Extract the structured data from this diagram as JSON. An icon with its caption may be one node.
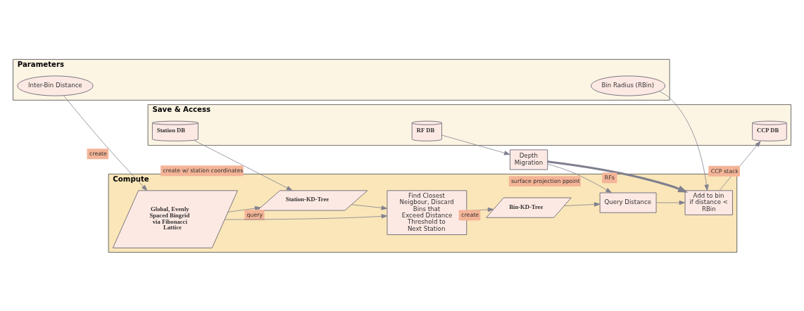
{
  "diagram": {
    "nodes": [
      {
        "text": [
          "Save & Access"
        ]
      },
      {
        "text": [
          "Compute"
        ]
      },
      {
        "text": [
          "Parameters"
        ]
      },
      {
        "text": [
          "Station DB"
        ],
        "in": 0
      },
      {
        "text": [
          "RF DB"
        ],
        "in": 0
      },
      {
        "text": [
          "CCP DB"
        ],
        "in": 0
      },
      {
        "text": [
          "Station-KD-Tree"
        ],
        "in": 1
      },
      {
        "text": [
          "Global, Evenly Spaced Bingrid via Fibonacci Lattice"
        ],
        "in": 1
      },
      {
        "text": [
          "Find Closest Neigbour, Discard Bins that Exceed Distance Threshold to Next Station"
        ],
        "in": 1
      },
      {
        "text": [
          "Bin-KD-Tree"
        ],
        "in": 1
      },
      {
        "text": [
          "Depth Migration"
        ]
      },
      {
        "text": [
          "Query Distance"
        ],
        "in": 1
      },
      {
        "text": [
          "Add to bin if distance < RBin"
        ],
        "in": 1
      },
      {
        "text": [
          "Inter-Bin Distance"
        ],
        "in": 2
      },
      {
        "text": [
          "Bin Radius (RBin)"
        ],
        "in": 2
      }
    ],
    "edges": [
      {
        "from": 3,
        "to": 6,
        "arrow": "to",
        "label": "create w/ station coordinates"
      },
      {
        "from": 7,
        "to": 6,
        "arrow": "to",
        "label": "query"
      },
      {
        "from": 13,
        "to": 7,
        "arrow": "to",
        "label": "create"
      },
      {
        "from": 6,
        "to": 8,
        "arrow": "to"
      },
      {
        "from": 7,
        "to": 8,
        "arrow": "to"
      },
      {
        "from": 8,
        "to": 9,
        "arrow": "to",
        "label": "create"
      },
      {
        "from": 9,
        "to": 11,
        "arrow": "to"
      },
      {
        "from": 4,
        "to": 10,
        "arrow": "to"
      },
      {
        "from": 10,
        "to": 11,
        "arrow": "to",
        "label": "surface projection ppoint"
      },
      {
        "from": 10,
        "to": 12,
        "arrow": "to",
        "label": "RFs",
        "style": "thick"
      },
      {
        "from": 11,
        "to": 12,
        "arrow": "to"
      },
      {
        "from": 14,
        "to": 12,
        "arrow": "to"
      },
      {
        "from": 12,
        "to": 5,
        "arrow": "to",
        "label": "CCP stack"
      }
    ]
  }
}
